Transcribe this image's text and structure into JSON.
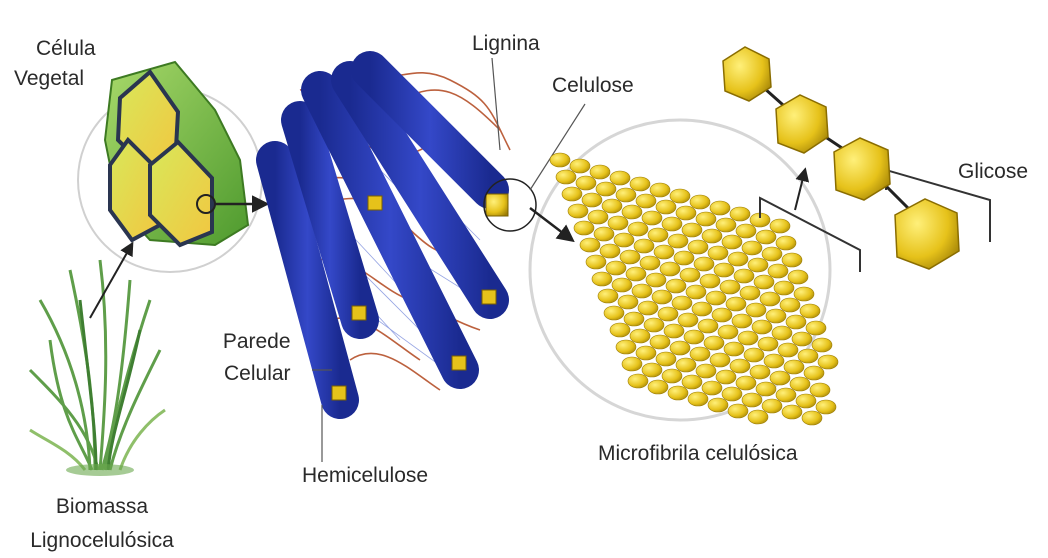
{
  "labels": {
    "celula_vegetal": [
      "Célula",
      "Vegetal"
    ],
    "lignina": "Lignina",
    "celulose": "Celulose",
    "glicose": "Glicose",
    "parede_celular": [
      "Parede",
      "Celular"
    ],
    "hemicelulose": "Hemicelulose",
    "microfibrila": "Microfibrila celulósica",
    "biomassa": [
      "Biomassa",
      "Lignocelulósica"
    ]
  },
  "colors": {
    "fiber_blue": "#2233a8",
    "lignin_red": "#b5502a",
    "cellulose_yellow": "#e6c21a",
    "cell_green": "#7cc043",
    "grass_green": "#5f9e4a",
    "line": "#222222"
  },
  "icons": [
    "plant-cell-icon",
    "grass-icon",
    "cell-wall-fibers",
    "microfibril-bundle",
    "glucose-chain"
  ]
}
